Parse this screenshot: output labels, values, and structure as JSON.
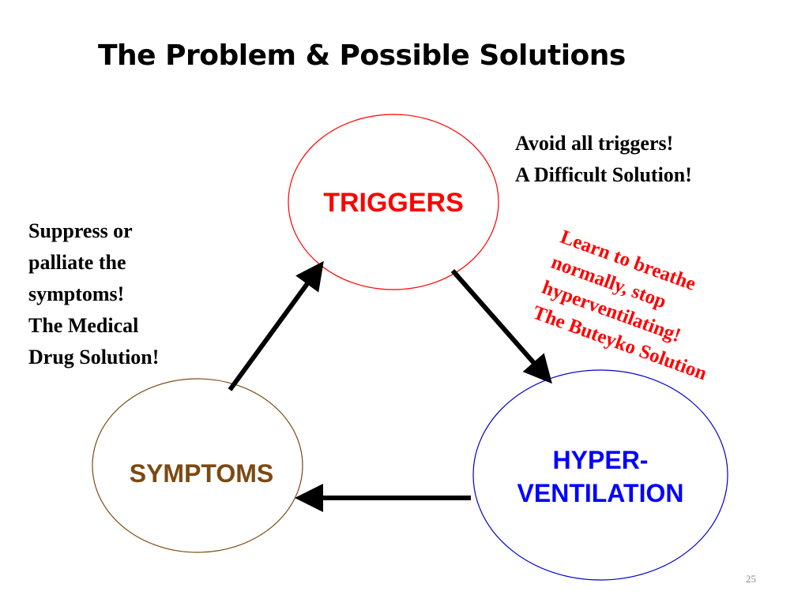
{
  "slide": {
    "title": "The Problem & Possible Solutions",
    "page_number": "25"
  },
  "nodes": {
    "triggers": {
      "label": "TRIGGERS",
      "color": "#ff0000"
    },
    "hyperventilation": {
      "line1": "HYPER-",
      "line2": "VENTILATION",
      "color": "#0000ff"
    },
    "symptoms": {
      "label": "SYMPTOMS",
      "color": "#7b4a12"
    }
  },
  "notes": {
    "avoid": {
      "line1": "Avoid all triggers!",
      "line2": "A Difficult Solution!"
    },
    "medical": {
      "line1": "Suppress or",
      "line2": "palliate the",
      "line3": "symptoms!",
      "line4": "The Medical",
      "line5": "Drug Solution!"
    },
    "buteyko": {
      "line1": "Learn to breathe",
      "line2": "normally, stop",
      "line3": "hyperventilating!",
      "line4": "The Buteyko Solution",
      "color": "#ff0000"
    }
  }
}
